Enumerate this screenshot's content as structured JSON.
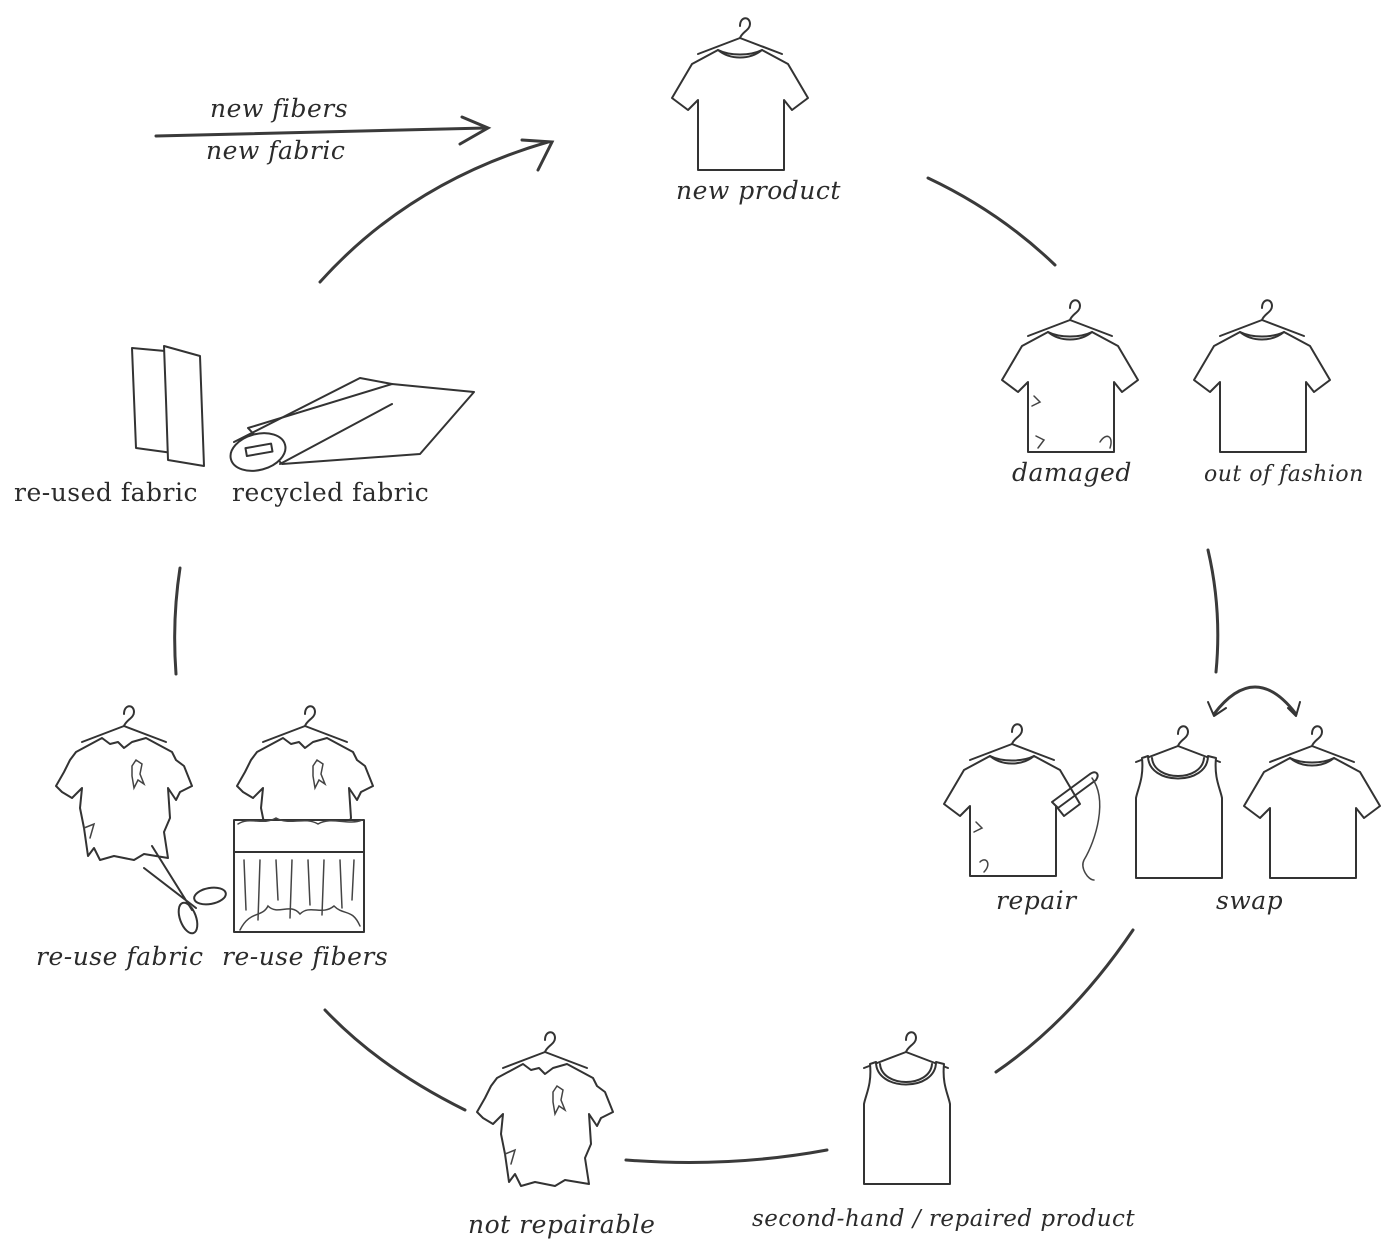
{
  "labels": {
    "new_fibers": "new fibers",
    "new_fabric": "new fabric",
    "new_product": "new product",
    "damaged": "damaged",
    "out_of_fashion": "out of fashion",
    "repair": "repair",
    "swap": "swap",
    "second_hand": "second-hand / repaired product",
    "not_repairable": "not repairable",
    "re_use_fabric": "re-use fabric",
    "re_use_fibers": "re-use fibers",
    "re_used_fabric": "re-used fabric",
    "recycled_fabric": "recycled fabric"
  },
  "icons": [
    "tshirt-hanger-icon",
    "tank-top-hanger-icon",
    "fabric-roll-icon",
    "fabric-sheets-icon",
    "scissors-icon",
    "shredder-icon",
    "needle-thread-icon",
    "swap-arrow-icon"
  ],
  "colors": {
    "stroke": "#333333",
    "background": "#ffffff"
  }
}
